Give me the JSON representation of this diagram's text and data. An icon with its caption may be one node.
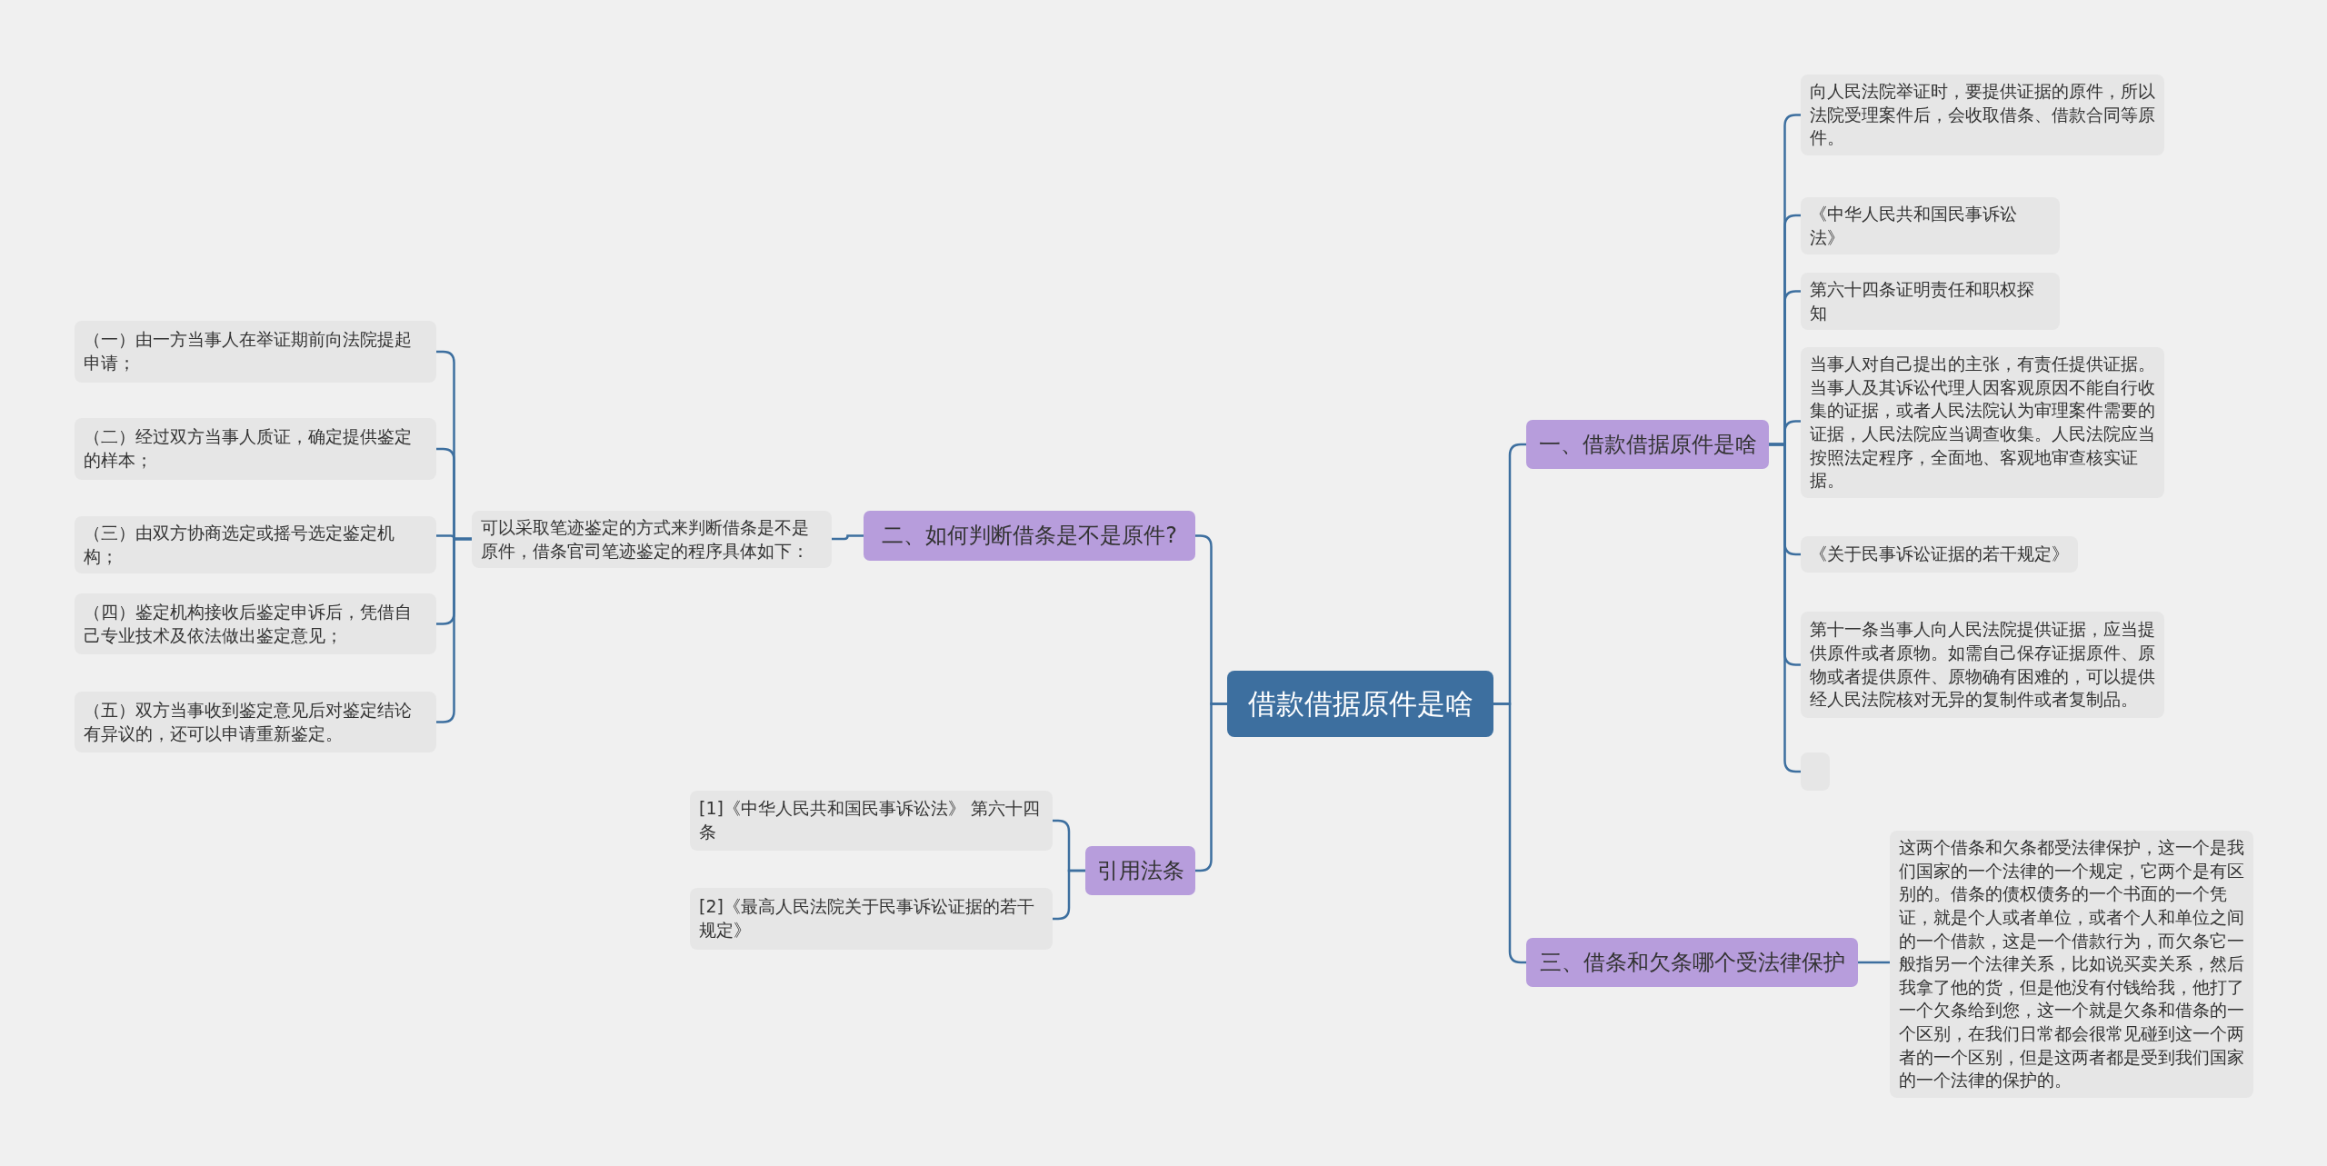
{
  "diagram": {
    "nodes": [
      {
        "text": [
          "借款借据原件是啥"
        ]
      },
      {
        "text": [
          "一、借款借据原件是啥"
        ]
      },
      {
        "text": [
          "向人民法院举证时，要提供证据的原件，所以法院受理案件后，会收取借条、借款合同等原件。"
        ]
      },
      {
        "text": [
          "《中华人民共和国民事诉讼法》"
        ]
      },
      {
        "text": [
          "第六十四条证明责任和职权探知"
        ]
      },
      {
        "text": [
          "当事人对自己提出的主张，有责任提供证据。当事人及其诉讼代理人因客观原因不能自行收集的证据，或者人民法院认为审理案件需要的证据，人民法院应当调查收集。人民法院应当按照法定程序，全面地、客观地审查核实证据。"
        ]
      },
      {
        "text": [
          "《关于民事诉讼证据的若干规定》"
        ]
      },
      {
        "text": [
          "第十一条当事人向人民法院提供证据，应当提供原件或者原物。如需自己保存证据原件、原物或者提供原件、原物确有困难的，可以提供经人民法院核对无异的复制件或者复制品。"
        ]
      },
      {
        "text": [],
        "shape": "box"
      },
      {
        "text": [
          "三、借条和欠条哪个受法律保护"
        ]
      },
      {
        "text": [
          "这两个借条和欠条都受法律保护，这一个是我们国家的一个法律的一个规定，它两个是有区别的。借条的债权债务的一个书面的一个凭证，就是个人或者单位，或者个人和单位之间的一个借款，这是一个借款行为，而欠条它一般指另一个法律关系，比如说买卖关系，然后我拿了他的货，但是他没有付钱给我，他打了一个欠条给到您，这一个就是欠条和借条的一个区别，在我们日常都会很常见碰到这一个两者的一个区别，但是这两者都是受到我们国家的一个法律的保护的。"
        ]
      },
      {
        "text": [
          "二、如何判断借条是不是原件?"
        ]
      },
      {
        "text": [
          "可以采取笔迹鉴定的方式来判断借条是不是原件，借条官司笔迹鉴定的程序具体如下："
        ]
      },
      {
        "text": [
          "（一）由一方当事人在举证期前向法院提起申请；"
        ]
      },
      {
        "text": [
          "（二）经过双方当事人质证，确定提供鉴定的样本；"
        ]
      },
      {
        "text": [
          "（三）由双方协商选定或摇号选定鉴定机构；"
        ]
      },
      {
        "text": [
          "（四）鉴定机构接收后鉴定申诉后，凭借自己专业技术及依法做出鉴定意见；"
        ]
      },
      {
        "text": [
          "（五）双方当事收到鉴定意见后对鉴定结论有异议的，还可以申请重新鉴定。"
        ]
      },
      {
        "text": [
          "引用法条"
        ]
      },
      {
        "text": [
          "[1]《中华人民共和国民事诉讼法》 第六十四条"
        ]
      },
      {
        "text": [
          "[2]《最高人民法院关于民事诉讼证据的若干规定》"
        ]
      }
    ],
    "edges": [
      {
        "from": 0,
        "to": 1,
        "arrow": "none"
      },
      {
        "from": 1,
        "to": 2,
        "arrow": "none"
      },
      {
        "from": 1,
        "to": 3,
        "arrow": "none"
      },
      {
        "from": 1,
        "to": 4,
        "arrow": "none"
      },
      {
        "from": 1,
        "to": 5,
        "arrow": "none"
      },
      {
        "from": 1,
        "to": 6,
        "arrow": "none"
      },
      {
        "from": 1,
        "to": 7,
        "arrow": "none"
      },
      {
        "from": 1,
        "to": 8,
        "arrow": "none"
      },
      {
        "from": 0,
        "to": 9,
        "arrow": "none"
      },
      {
        "from": 9,
        "to": 10,
        "arrow": "none"
      },
      {
        "from": 0,
        "to": 11,
        "arrow": "none"
      },
      {
        "from": 11,
        "to": 12,
        "arrow": "none"
      },
      {
        "from": 12,
        "to": 13,
        "arrow": "none"
      },
      {
        "from": 12,
        "to": 14,
        "arrow": "none"
      },
      {
        "from": 12,
        "to": 15,
        "arrow": "none"
      },
      {
        "from": 12,
        "to": 16,
        "arrow": "none"
      },
      {
        "from": 12,
        "to": 17,
        "arrow": "none"
      },
      {
        "from": 0,
        "to": 18,
        "arrow": "none"
      },
      {
        "from": 18,
        "to": 19,
        "arrow": "none"
      },
      {
        "from": 18,
        "to": 20,
        "arrow": "none"
      }
    ]
  }
}
